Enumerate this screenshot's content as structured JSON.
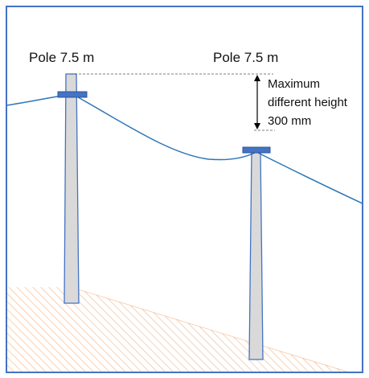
{
  "poles": [
    {
      "label": "Pole 7.5 m"
    },
    {
      "label": "Pole 7.5 m"
    }
  ],
  "annotation": {
    "lines": [
      "Maximum",
      "different height",
      "300 mm"
    ]
  },
  "colors": {
    "frame": "#4472c4",
    "pole_fill": "#d9d9d9",
    "pole_stroke": "#4472c4",
    "crossarm": "#4472c4",
    "crossarm_stroke": "#2f5597",
    "wire": "#2e75b6",
    "ground_hatch": "#f4b183",
    "dimension": "#000000"
  }
}
